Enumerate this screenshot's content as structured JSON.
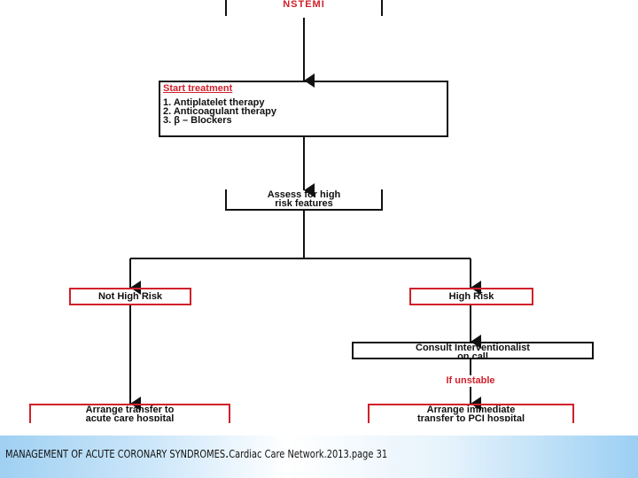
{
  "flowchart": {
    "nstemi": "NSTEMI",
    "start_treatment": {
      "title": "Start treatment",
      "items": [
        "1. Antiplatelet therapy",
        "2. Anticoagulant therapy",
        "3. β – Blockers"
      ]
    },
    "assess": [
      "Assess for high",
      "risk features"
    ],
    "not_high_risk": "Not High Risk",
    "high_risk": "High Risk",
    "consult": [
      "Consult Interventionalist",
      "on call"
    ],
    "if_unstable": "If unstable",
    "arrange_transfer": [
      "Arrange transfer to",
      "acute care hospital"
    ],
    "arrange_immediate": [
      "Arrange immediate",
      "transfer to ",
      "PCI hospital"
    ]
  },
  "footer": {
    "citation_main": "MANAGEMENT OF ACUTE CORONARY SYNDROMES",
    "citation_source": "Cardiac Care Network.2013.page 31"
  },
  "colors": {
    "accent_red": "#d0202a",
    "footer_blue": "#9fd0f2"
  }
}
